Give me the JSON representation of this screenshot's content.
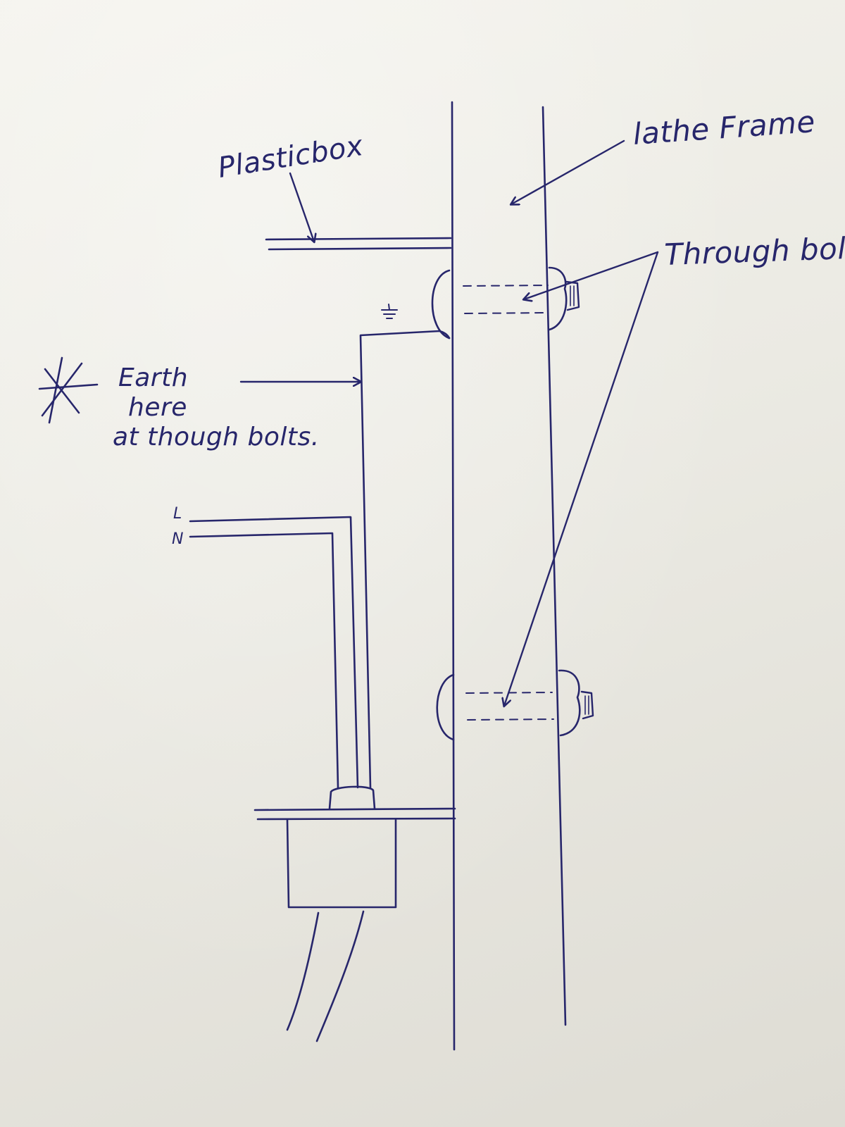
{
  "labels": {
    "plastic_box": "Plasticbox",
    "lathe_frame": "lathe Frame",
    "through_bolts": "Through bolts",
    "earth_line1": "Earth",
    "earth_line2": "here",
    "earth_line3": "at though bolts.",
    "live": "L",
    "neutral": "N"
  },
  "colors": {
    "ink": "#27266b",
    "paper": "#ecebe4"
  }
}
